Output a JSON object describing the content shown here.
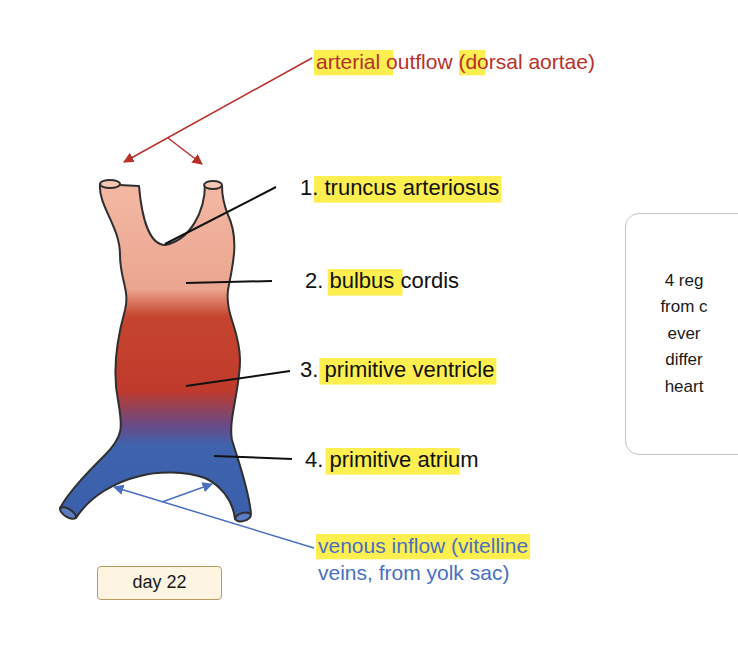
{
  "diagram": {
    "nodes": [
      {
        "text": [
          "4 reg from c ever differ heart"
        ]
      },
      {
        "text": [
          "day 22"
        ]
      }
    ],
    "labels": [
      "arterial outflow (dorsal aortae)",
      "1. truncus arteriosus",
      "2. bulbus cordis",
      "3. primitive ventricle",
      "4. primitive atrium",
      "venous inflow (vitelline veins, from yolk sac)"
    ]
  }
}
